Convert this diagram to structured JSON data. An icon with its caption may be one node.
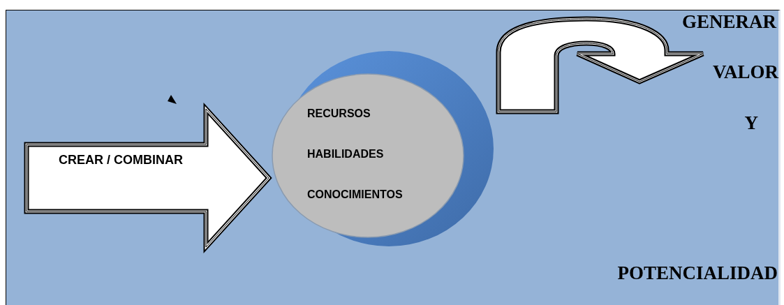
{
  "diagram": {
    "nodes": [
      {
        "text": [
          "CREAR / COMBINAR"
        ]
      },
      {
        "text": [
          "RECURSOS",
          "HABILIDADES",
          "CONOCIMIENTOS"
        ]
      },
      {
        "text": [
          "VALOR"
        ]
      }
    ],
    "edges": [
      {
        "from": 1,
        "to": 2,
        "arrow": "to",
        "style": "thick"
      }
    ],
    "labels": [
      "GENERAR",
      "Y",
      "POTENCIALIDAD"
    ]
  }
}
